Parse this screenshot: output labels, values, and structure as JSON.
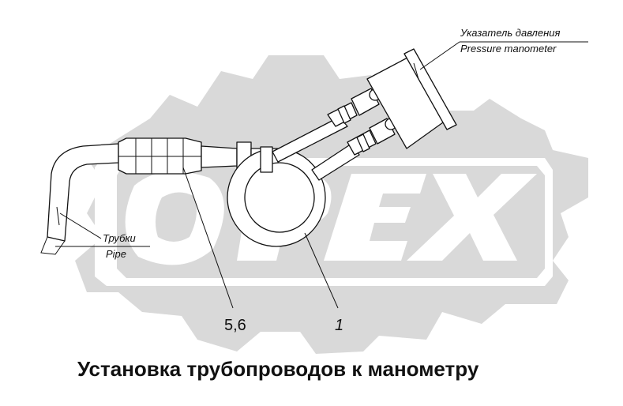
{
  "labels": {
    "pressure_ru": "Указатель давления",
    "pressure_en": "Pressure manometer",
    "pipe_ru": "Трубки",
    "pipe_en": "Pipe",
    "part_56": "5,6",
    "part_1": "1"
  },
  "title": "Установка трубопроводов к манометру",
  "watermark": {
    "text": "OPEX",
    "color": "#d9d9d9"
  }
}
